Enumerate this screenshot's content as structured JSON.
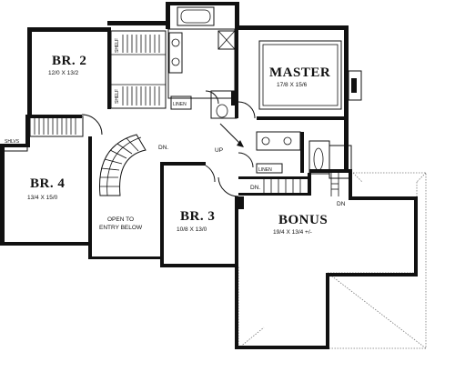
{
  "rooms": {
    "br2": {
      "name": "BR. 2",
      "dims": "12/0 X 13/2"
    },
    "master": {
      "name": "MASTER",
      "dims": "17/8 X 15/6"
    },
    "br4": {
      "name": "BR. 4",
      "dims": "13/4 X 15/0"
    },
    "br3": {
      "name": "BR. 3",
      "dims": "10/8 X 13/0"
    },
    "bonus": {
      "name": "BONUS",
      "dims": "19/4 X 13/4 +/-"
    },
    "open_entry": {
      "line1": "OPEN TO",
      "line2": "ENTRY BELOW"
    }
  },
  "labels": {
    "shlvs": "SHLVS",
    "linen1": "LINEN",
    "linen2": "LINEN",
    "dn_main": "DN.",
    "up": "UP",
    "dn_bonus": "DN.",
    "dn_right": "DN",
    "shelf1": "SHELF",
    "shelf2": "SHELF"
  }
}
